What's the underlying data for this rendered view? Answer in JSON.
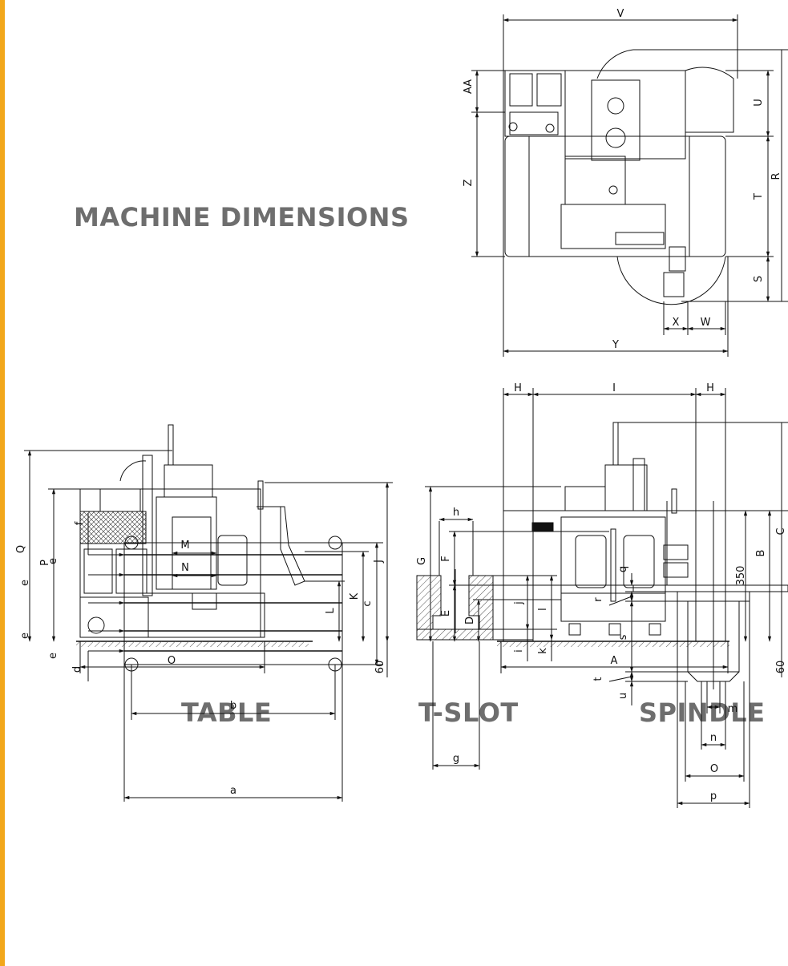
{
  "headings": {
    "machine": "MACHINE DIMENSIONS",
    "table": "TABLE",
    "tslot": "T-SLOT",
    "spindle": "SPINDLE"
  },
  "top_view_labels": {
    "V": "V",
    "AA": "AA",
    "Z": "Z",
    "U": "U",
    "R": "R",
    "T": "T",
    "S": "S",
    "X": "X",
    "W": "W",
    "Y": "Y"
  },
  "side_view_labels": {
    "Q": "Q",
    "P": "P",
    "M": "M",
    "N": "N",
    "J": "J",
    "K": "K",
    "L": "L",
    "O": "O",
    "floor": "60"
  },
  "front_view_labels": {
    "H_left": "H",
    "I": "I",
    "H_right": "H",
    "G": "G",
    "F": "F",
    "E": "E",
    "D": "D",
    "A": "A",
    "C": "C",
    "B": "B",
    "B_value": "350",
    "floor": "60"
  },
  "table_labels": {
    "f": "f",
    "e1": "e",
    "e2": "e",
    "e3": "e",
    "e4": "e",
    "d": "d",
    "c": "c",
    "b": "b",
    "a": "a"
  },
  "tslot_labels": {
    "h": "h",
    "j": "j",
    "l": "l",
    "i": "i",
    "k": "k",
    "g": "g"
  },
  "spindle_labels": {
    "q": "q",
    "r": "r",
    "s": "s",
    "t": "t",
    "u": "u",
    "m": "m",
    "n": "n",
    "o": "O",
    "p": "p"
  },
  "colors": {
    "accent": "#f2a71b",
    "heading": "#6e6e6e",
    "line": "#111111"
  }
}
